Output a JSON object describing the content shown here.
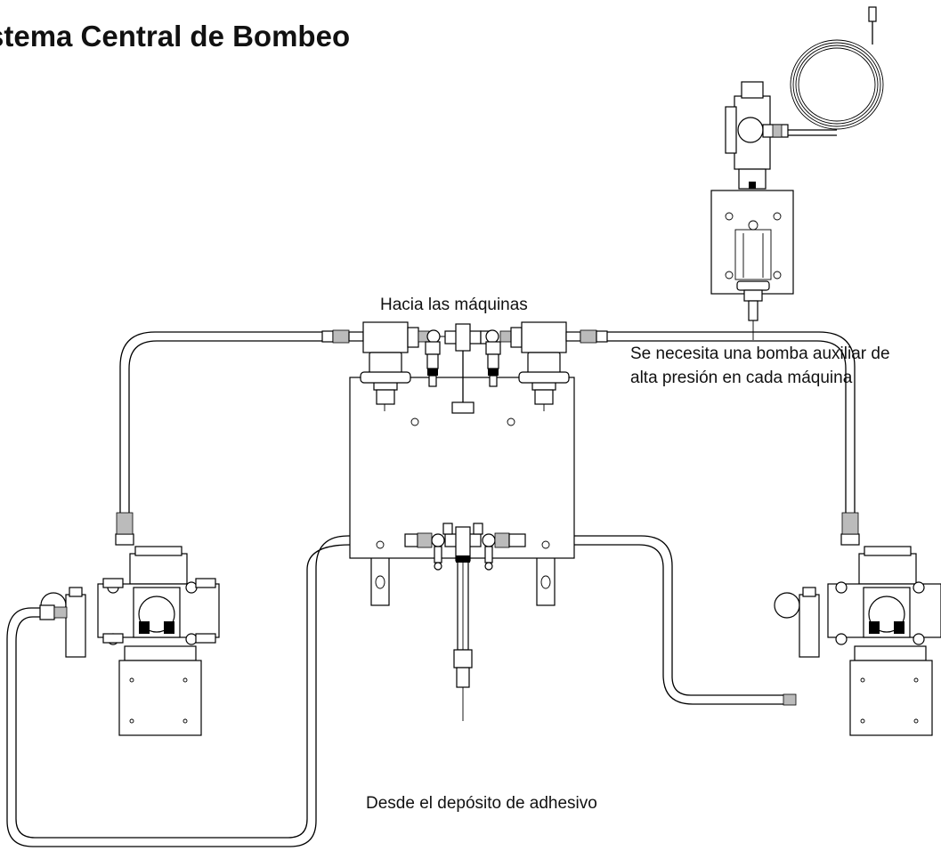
{
  "title": "stema Central de Bombeo",
  "labels": {
    "to_machines": "Hacia las máquinas",
    "aux_pump_line1": "Se necesita una bomba auxiliar de",
    "aux_pump_line2": "alta presión en cada máquina",
    "from_tank": "Desde el depósito de adhesivo"
  }
}
